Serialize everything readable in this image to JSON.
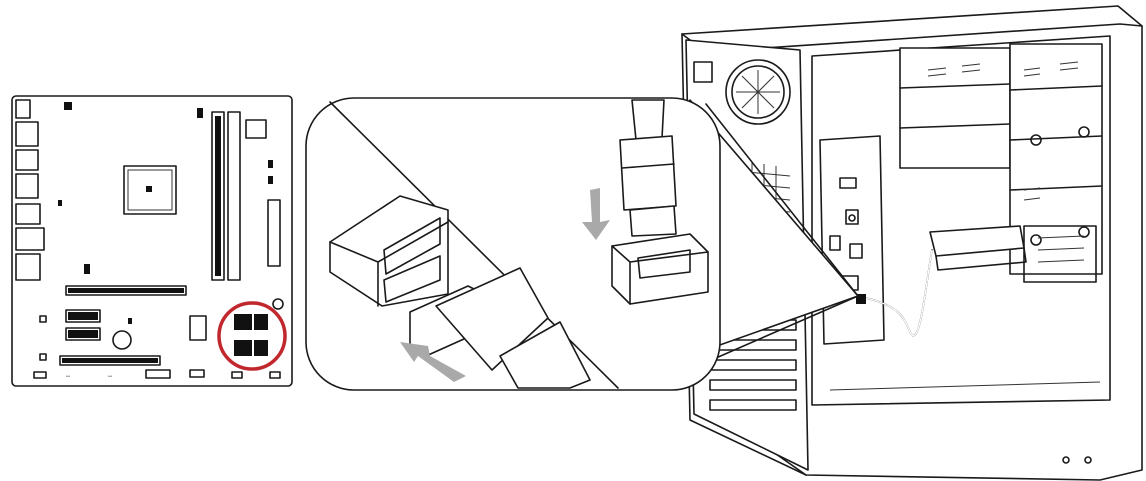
{
  "highlight_color": "#c0282d",
  "arrow_color": "#a9a9a9",
  "line_color": "#1a1a1a",
  "icons": [
    "motherboard-board",
    "sata-connector",
    "computer-case"
  ]
}
